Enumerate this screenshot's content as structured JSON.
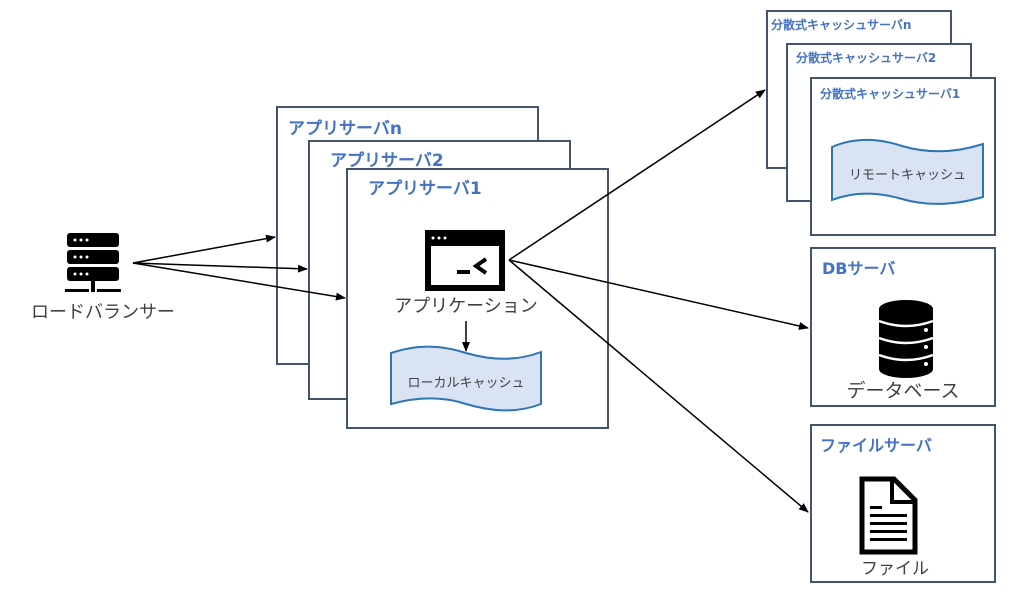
{
  "load_balancer": {
    "label": "ロードバランサー",
    "icon": "server-icon"
  },
  "app_servers": {
    "n": {
      "title": "アプリサーバn"
    },
    "2": {
      "title": "アプリサーバ2"
    },
    "1": {
      "title": "アプリサーバ1",
      "application_label": "アプリケーション",
      "application_icon": "terminal-window-icon",
      "local_cache_label": "ローカルキャッシュ"
    }
  },
  "cache_servers": {
    "n": {
      "title": "分散式キャッシュサーバn"
    },
    "2": {
      "title": "分散式キャッシュサーバ2"
    },
    "1": {
      "title": "分散式キャッシュサーバ1",
      "remote_cache_label": "リモートキャッシュ"
    }
  },
  "db_server": {
    "title": "DBサーバ",
    "database_label": "データベース",
    "icon": "database-icon"
  },
  "file_server": {
    "title": "ファイルサーバ",
    "file_label": "ファイル",
    "icon": "file-icon"
  },
  "colors": {
    "title": "#4472c4",
    "border": "#44546a",
    "cache_fill": "#dae3f3",
    "cache_stroke": "#2e75b6"
  }
}
